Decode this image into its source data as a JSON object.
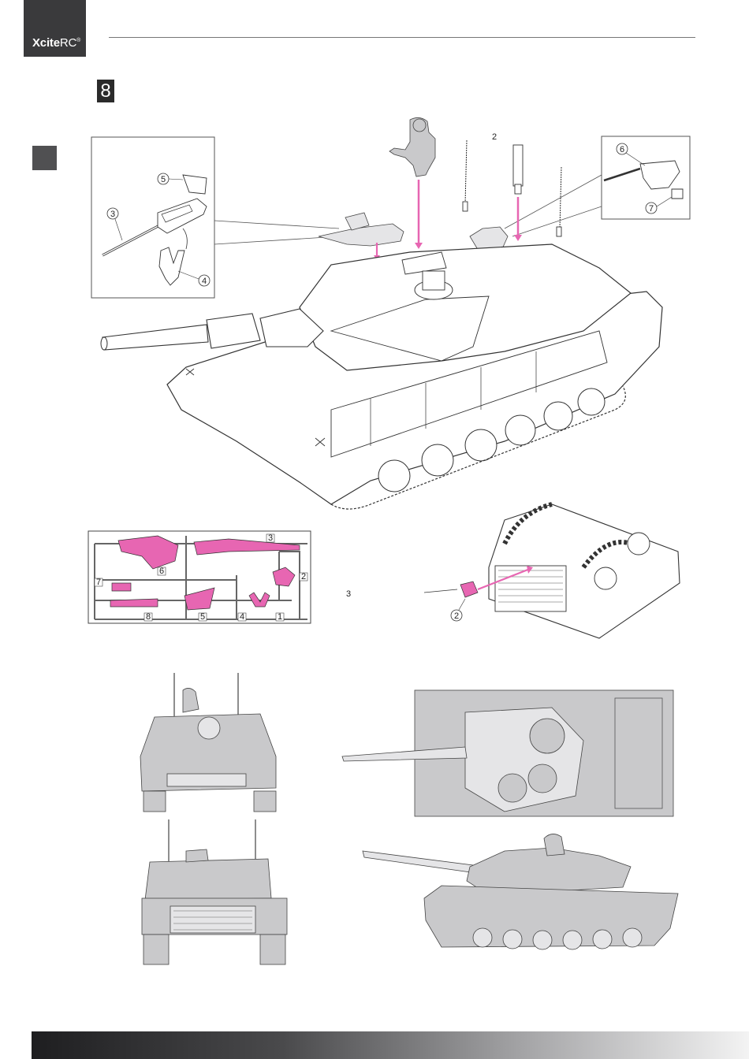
{
  "brand": {
    "name_bold": "Xcite",
    "name_light": "RC",
    "mark": "®"
  },
  "step": {
    "number": "8"
  },
  "callouts": {
    "c2_top": "2",
    "c3_mid": "3",
    "p1": "1",
    "p2": "2",
    "p3": "3",
    "p4": "4",
    "p5": "5",
    "p6": "6",
    "p7": "7",
    "p8": "8",
    "d2": "2",
    "d3": "3",
    "d4": "4",
    "d5": "5",
    "d6": "6",
    "d7": "7",
    "rear2": "2"
  },
  "colors": {
    "accent": "#e766b2",
    "dark": "#3a3a3c",
    "part_gray": "#c9c9cb"
  }
}
